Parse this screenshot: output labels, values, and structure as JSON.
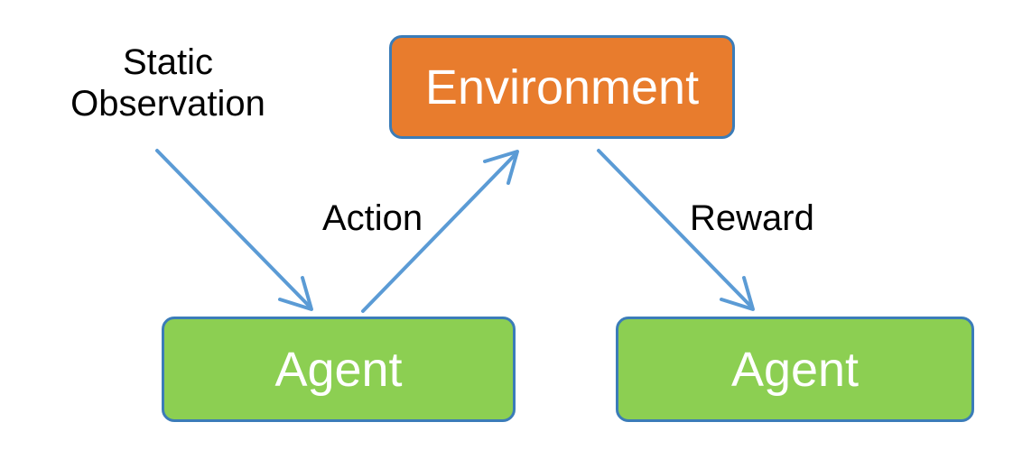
{
  "diagram": {
    "title_text_present": false,
    "background_color": "#FFFFFF",
    "nodes": [
      {
        "id": "environment",
        "label": "Environment",
        "fill": "#E87C2D",
        "stroke": "#3B7CB8",
        "text_color": "#FFFFFF"
      },
      {
        "id": "agent-left",
        "label": "Agent",
        "fill": "#8CCF52",
        "stroke": "#3B7CB8",
        "text_color": "#FFFFFF"
      },
      {
        "id": "agent-right",
        "label": "Agent",
        "fill": "#8CCF52",
        "stroke": "#3B7CB8",
        "text_color": "#FFFFFF"
      }
    ],
    "labels": {
      "static_observation": "Static\nObservation",
      "action": "Action",
      "reward": "Reward"
    },
    "arrows": [
      {
        "id": "static-observation-arrow",
        "from": "static-observation-label",
        "to": "agent-left",
        "color": "#5B9BD5",
        "direction": "down-right"
      },
      {
        "id": "action-arrow",
        "from": "agent-left",
        "to": "environment",
        "color": "#5B9BD5",
        "direction": "up-right"
      },
      {
        "id": "reward-arrow",
        "from": "environment",
        "to": "agent-right",
        "color": "#5B9BD5",
        "direction": "down-right"
      }
    ],
    "colors": {
      "orange": "#E87C2D",
      "green": "#8CCF52",
      "border_blue": "#3B7CB8",
      "arrow_blue": "#5B9BD5",
      "text_black": "#000000",
      "text_white": "#FFFFFF"
    }
  }
}
